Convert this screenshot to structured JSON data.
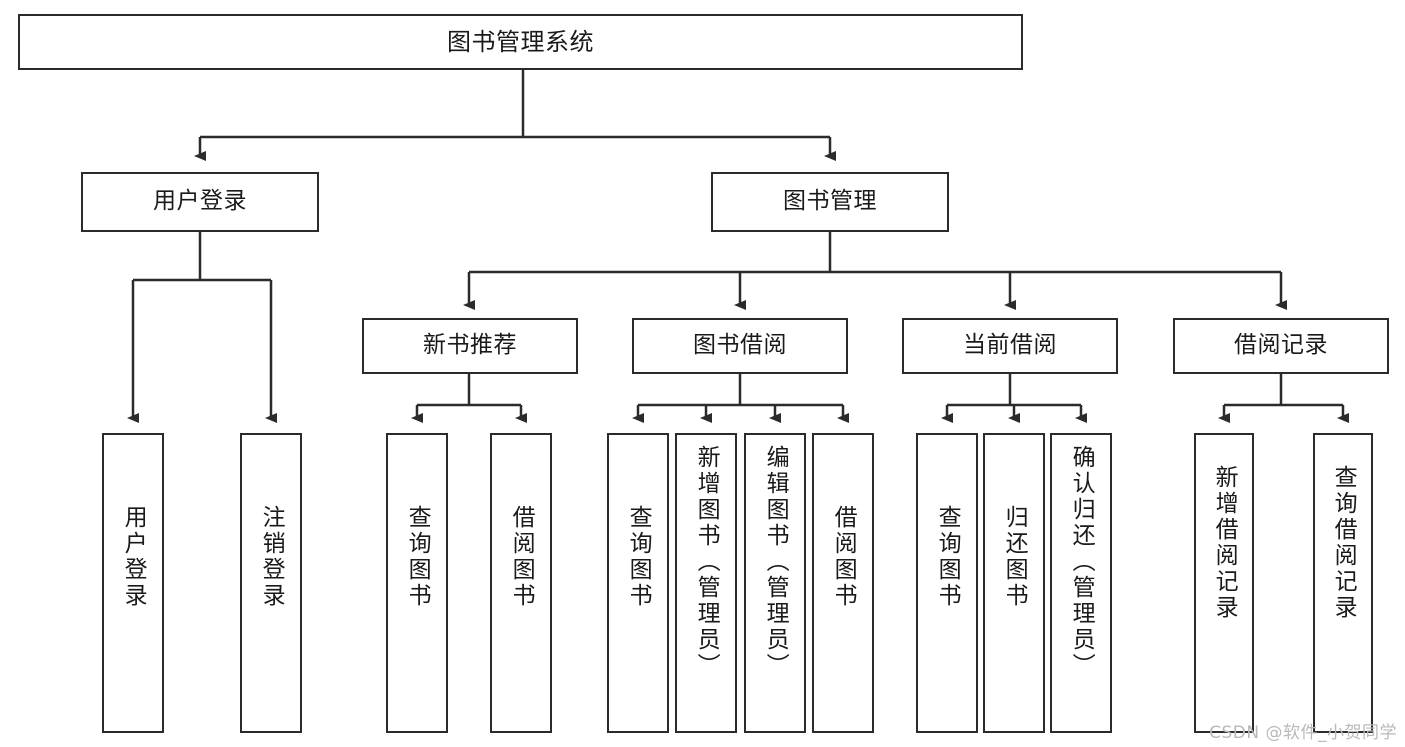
{
  "diagram": {
    "type": "tree-hierarchy-flowchart",
    "title": "图书管理系统",
    "watermark": "CSDN @软件_小贺同学",
    "colors": {
      "box_border": "#2b2b2b",
      "box_fill": "#ffffff",
      "connector": "#2b2b2b",
      "text": "#1a1a1a",
      "watermark": "#b9b9b9",
      "background": "#ffffff"
    },
    "nodes": {
      "root": {
        "label": "图书管理系统",
        "level": 0
      },
      "level1": [
        {
          "id": "user-login",
          "label": "用户登录"
        },
        {
          "id": "book-manage",
          "label": "图书管理"
        }
      ],
      "level2": [
        {
          "id": "new-book-rec",
          "label": "新书推荐",
          "parent": "book-manage"
        },
        {
          "id": "book-borrow",
          "label": "图书借阅",
          "parent": "book-manage"
        },
        {
          "id": "current-borrow",
          "label": "当前借阅",
          "parent": "book-manage"
        },
        {
          "id": "borrow-record",
          "label": "借阅记录",
          "parent": "book-manage"
        }
      ],
      "leaves": [
        {
          "id": "leaf-user-login",
          "label": "用户登录",
          "parent": "user-login"
        },
        {
          "id": "leaf-logout",
          "label": "注销登录",
          "parent": "user-login"
        },
        {
          "id": "leaf-query-book-1",
          "label": "查询图书",
          "parent": "new-book-rec"
        },
        {
          "id": "leaf-borrow-book-1",
          "label": "借阅图书",
          "parent": "new-book-rec"
        },
        {
          "id": "leaf-query-book-2",
          "label": "查询图书",
          "parent": "book-borrow"
        },
        {
          "id": "leaf-add-book",
          "label": "新增图书（管理员）",
          "parent": "book-borrow"
        },
        {
          "id": "leaf-edit-book",
          "label": "编辑图书（管理员）",
          "parent": "book-borrow"
        },
        {
          "id": "leaf-borrow-book-2",
          "label": "借阅图书",
          "parent": "book-borrow"
        },
        {
          "id": "leaf-query-book-3",
          "label": "查询图书",
          "parent": "current-borrow"
        },
        {
          "id": "leaf-return-book",
          "label": "归还图书",
          "parent": "current-borrow"
        },
        {
          "id": "leaf-confirm-return",
          "label": "确认归还（管理员）",
          "parent": "current-borrow"
        },
        {
          "id": "leaf-add-record",
          "label": "新增借阅记录",
          "parent": "borrow-record"
        },
        {
          "id": "leaf-query-record",
          "label": "查询借阅记录",
          "parent": "borrow-record"
        }
      ]
    }
  }
}
